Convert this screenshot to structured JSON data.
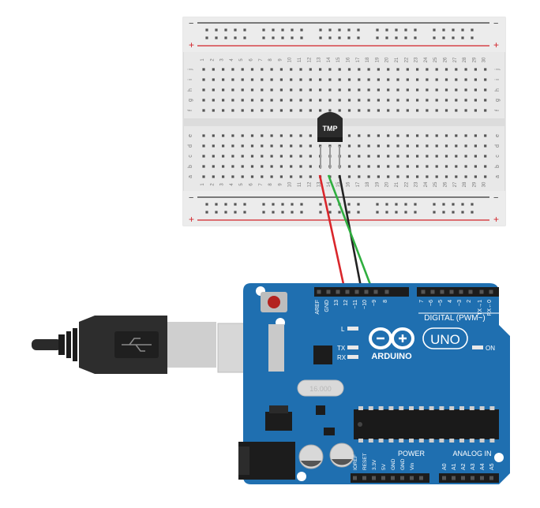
{
  "breadboard": {
    "top_rail_minus": "−",
    "top_rail_plus": "+",
    "bottom_rail_minus": "−",
    "bottom_rail_plus": "+",
    "row_letters_top": [
      "j",
      "i",
      "h",
      "g",
      "f"
    ],
    "row_letters_bottom": [
      "e",
      "d",
      "c",
      "b",
      "a"
    ],
    "column_numbers": [
      "1",
      "2",
      "3",
      "4",
      "5",
      "6",
      "7",
      "8",
      "9",
      "10",
      "11",
      "12",
      "13",
      "14",
      "15",
      "16",
      "17",
      "18",
      "19",
      "20",
      "21",
      "22",
      "23",
      "24",
      "25",
      "26",
      "27",
      "28",
      "29",
      "30"
    ]
  },
  "sensor": {
    "label": "TMP",
    "icon": "tmp36-sensor-icon"
  },
  "arduino": {
    "brand": "ARDUINO",
    "model": "UNO",
    "digital_header_label": "DIGITAL (PWM~)",
    "digital_pins": [
      "AREF",
      "GND",
      "13",
      "12",
      "~11",
      "~10",
      "~9",
      "8",
      "7",
      "~6",
      "~5",
      "4",
      "~3",
      "2",
      "TX→1",
      "RX←0"
    ],
    "power_header_label": "POWER",
    "power_pins": [
      "IOREF",
      "RESET",
      "3.3V",
      "5V",
      "GND",
      "GND",
      "Vin"
    ],
    "analog_header_label": "ANALOG IN",
    "analog_pins": [
      "A0",
      "A1",
      "A2",
      "A3",
      "A4",
      "A5"
    ],
    "led_L": "L",
    "led_TX": "TX",
    "led_RX": "RX",
    "led_ON": "ON",
    "crystal_label": "16.000"
  },
  "usb": {
    "icon": "usb-icon"
  },
  "colors": {
    "board_blue": "#1f6fb0",
    "wire_red": "#d9262b",
    "wire_black": "#222222",
    "wire_green": "#2fae3f",
    "rail_red": "#d2232a"
  }
}
